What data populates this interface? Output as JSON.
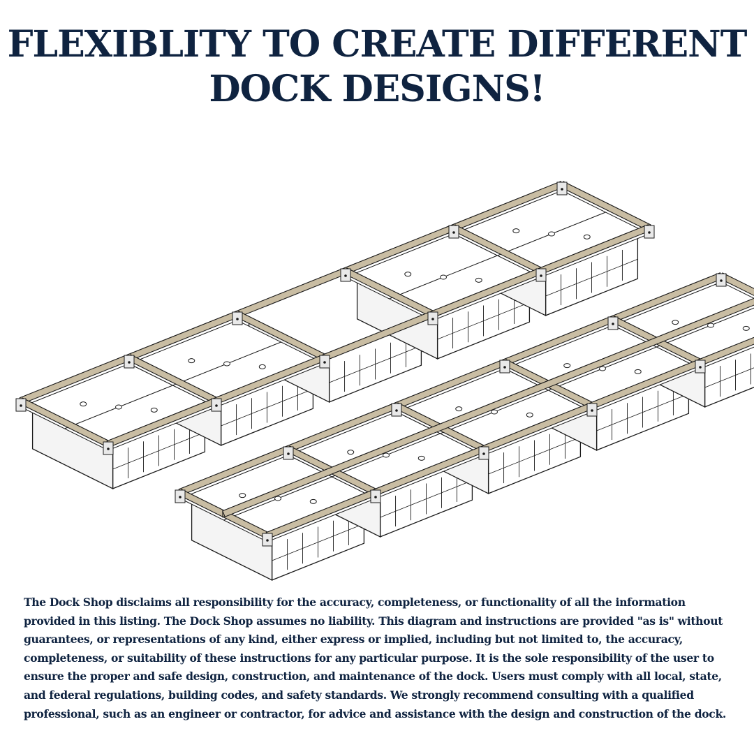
{
  "headline": {
    "line1": "FLEXIBLITY TO CREATE DIFFERENT",
    "line2": "DOCK DESIGNS!"
  },
  "diagram": {
    "subject": "two-floating-dock-assemblies",
    "frame_color": "#c9bda3",
    "float_color": "#ffffff",
    "stroke_color": "#1a1a1a"
  },
  "disclaimer": {
    "text": "The Dock Shop disclaims all responsibility for the accuracy, completeness, or functionality of all the information provided in this listing.  The Dock Shop assumes no liability. This diagram and instructions are provided \"as is\" without guarantees, or representations of any kind, either express or implied, including but not limited to, the accuracy, completeness, or suitability of these instructions for any particular purpose. It is the sole responsibility of the user to ensure the proper and safe design, construction, and maintenance of the dock. Users must comply with all local, state, and federal regulations, building codes, and safety standards. We strongly recommend consulting with a qualified professional, such as an engineer or contractor, for advice and assistance with the design and construction of the dock."
  }
}
